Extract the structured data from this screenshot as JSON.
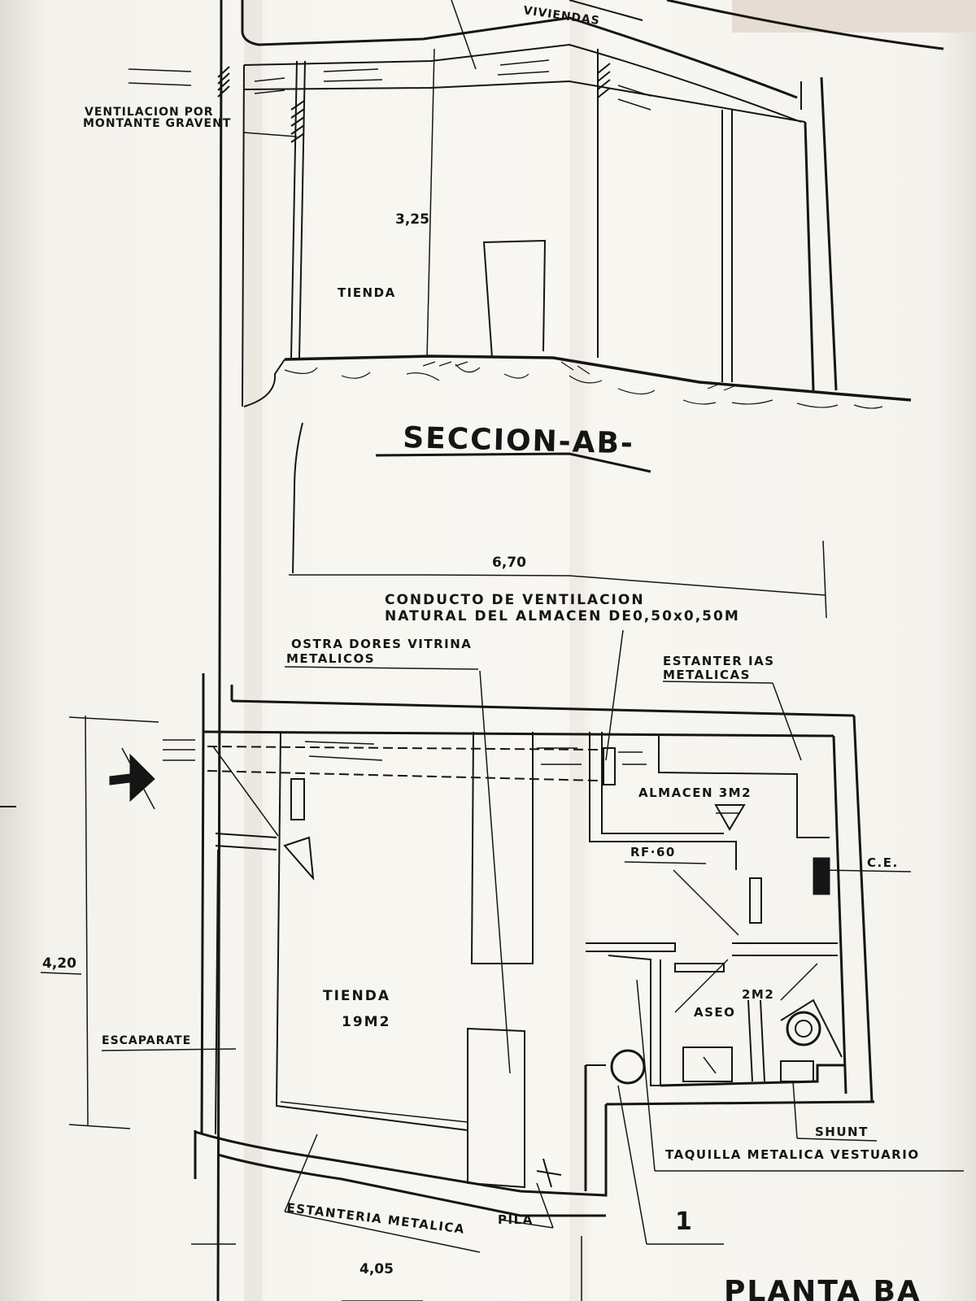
{
  "labels": {
    "viviendas": "VIVIENDAS",
    "ventilacion_1": "VENTILACION POR",
    "ventilacion_2": "MONTANTE GRAVENT",
    "height": "3,25",
    "tienda_section": "TIENDA",
    "section_title": "SECCION-AB-",
    "width_section": "6,70",
    "conducto_1": "CONDUCTO DE VENTILACION",
    "conducto_2": "NATURAL DEL ALMACEN DE0,50x0,50M",
    "mostradores_1": "OSTRA DORES VITRINA",
    "mostradores_2": "METALICOS",
    "estanterias_1": "ESTANTER IAS",
    "estanterias_2": "METALICAS",
    "almacen": "ALMACEN 3M2",
    "rf60": "RF·60",
    "ce": "C.E.",
    "plan_height": "4,20",
    "tienda_plan": "TIENDA",
    "tienda_area": "19M2",
    "aseo": "ASEO",
    "aseo_area": "2M2",
    "escaparate": "ESCAPARATE",
    "shunt": "SHUNT",
    "taquilla": "TAQUILLA METALICA VESTUARIO",
    "estanteria": "ESTANTERIA METALICA",
    "pila": "PILA",
    "number_one": "1",
    "plan_width": "4,05",
    "planta": "PLANTA BA"
  }
}
